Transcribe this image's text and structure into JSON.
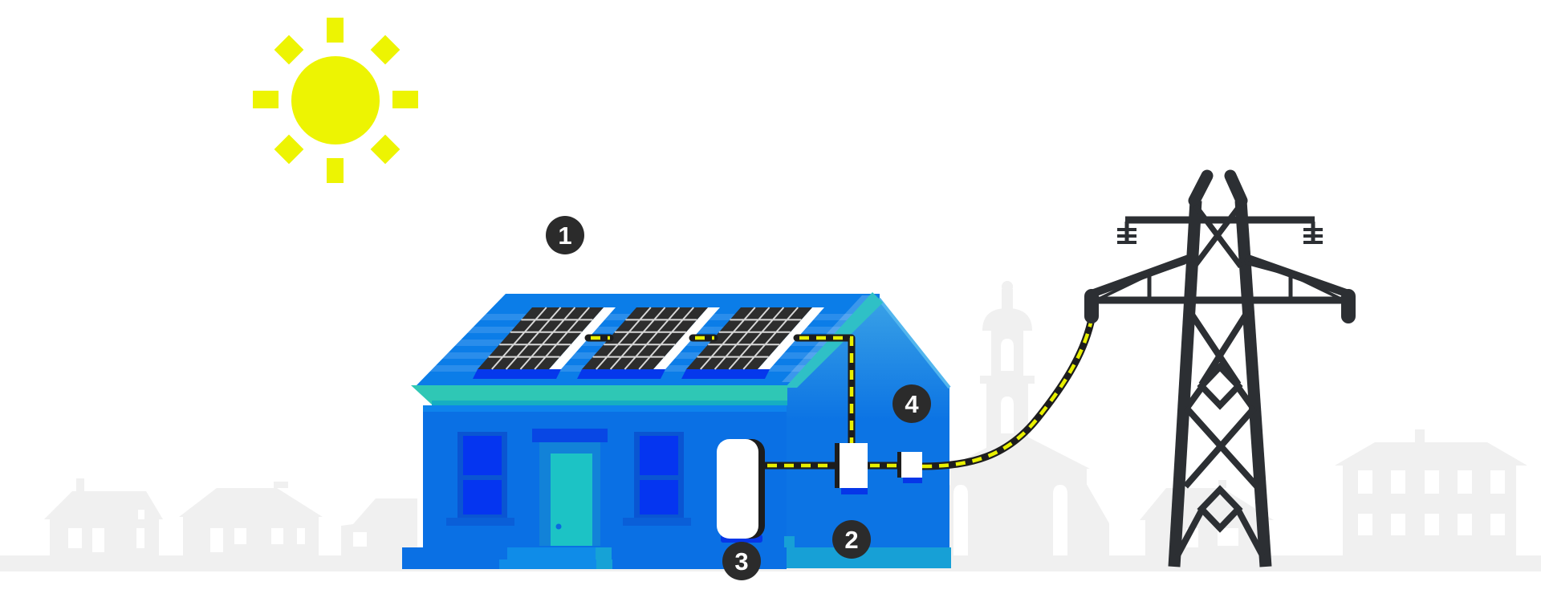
{
  "badges": [
    {
      "label": "1"
    },
    {
      "label": "2"
    },
    {
      "label": "3"
    },
    {
      "label": "4"
    }
  ],
  "icons": {
    "sun": "sun-icon",
    "solar_panels": "solar-panel-array",
    "house": "house",
    "inverter": "inverter-unit",
    "meter_box": "meter-box",
    "junction_box": "junction-box",
    "cable": "striped-power-cable",
    "pylon": "transmission-tower-icon",
    "skyline": "city-skyline-silhouette"
  },
  "colors": {
    "sun": "#edf402",
    "cable_yellow": "#e8f000",
    "cable_black": "#1d1d1d",
    "roof_blue": "#0b7de8",
    "wall_blue": "#0a70e4",
    "window_blue": "#0535f0",
    "window_frame": "#0a55d2",
    "door_teal": "#1cc3c5",
    "door_header": "#0847e4",
    "door_surround": "#1282d8",
    "fascia_teal": "#2fc7b5",
    "fascia_edge": "#16aec2",
    "base_teal": "#17a0d6",
    "step_blue": "#0f8ce8",
    "panel_dark": "#2d2d2d",
    "panel_grid": "#d8d8d8",
    "panel_shadow_blue": "#0538ec",
    "pylon_dark": "#2c2f33",
    "badge_dark": "#2b2b2b",
    "silhouette_gray": "#f0f0f0"
  }
}
